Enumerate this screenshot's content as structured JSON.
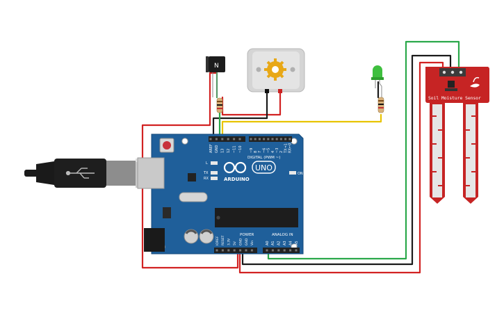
{
  "board": {
    "logo": "UNO",
    "brand": "ARDUINO",
    "digital_label": "DIGITAL (PWM ~)",
    "power_label": "POWER",
    "analog_label": "ANALOG IN",
    "on_label": "ON",
    "led_l": "L",
    "led_tx": "TX",
    "led_rx": "RX",
    "digital_pins": [
      "AREF",
      "GND",
      "13",
      "12",
      "~11",
      "~10",
      "~9",
      "8",
      "7",
      "~6",
      "~5",
      "4",
      "~3",
      "2",
      "TX→1",
      "RX←0"
    ],
    "power_pins": [
      "IOREF",
      "RESET",
      "3.3V",
      "5V",
      "GND",
      "GND",
      "Vin"
    ],
    "analog_pins": [
      "A0",
      "A1",
      "A2",
      "A3",
      "A4",
      "A5"
    ],
    "colors": {
      "pcb": "#1f5f9a",
      "pcb_dark": "#164a7a",
      "header": "#222222"
    }
  },
  "transistor": {
    "marking": "N"
  },
  "moisture_sensor": {
    "label": "Soil Moisture Sensor",
    "color": "#c62424"
  },
  "usb_icon": "usb-cable-icon",
  "motor_icon": "dc-motor-icon",
  "led_color": "#3fbf3f",
  "wire_colors": {
    "red": "#d22222",
    "black": "#1a1a1a",
    "green": "#2aa84a",
    "yellow": "#e8c400"
  }
}
